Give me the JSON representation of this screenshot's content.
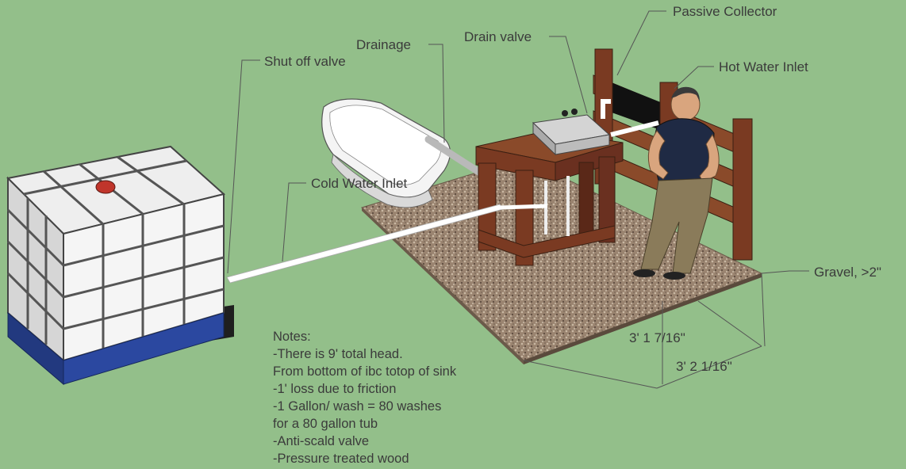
{
  "labels": {
    "passive_collector": "Passive Collector",
    "hot_water_inlet": "Hot Water Inlet",
    "drain_valve": "Drain valve",
    "drainage": "Drainage",
    "shut_off_valve": "Shut off valve",
    "cold_water_inlet": "Cold Water Inlet",
    "gravel": "Gravel, >2\"",
    "dim_width": "3' 1 7/16\"",
    "dim_depth": "3' 2 1/16\""
  },
  "notes": {
    "heading": "Notes:",
    "lines": [
      "-There is 9' total head.",
      "From bottom of ibc totop of sink",
      "-1' loss due to friction",
      "-1 Gallon/ wash = 80 washes",
      "for a 80 gallon tub",
      "-Anti-scald valve",
      "-Pressure treated wood"
    ]
  },
  "colors": {
    "background": "#93bf8a",
    "gravel": "#9a8470",
    "wood": "#7a3a22",
    "tank": "#f2f2f2",
    "pallet": "#2b48a0",
    "pipe": "#ffffff"
  }
}
